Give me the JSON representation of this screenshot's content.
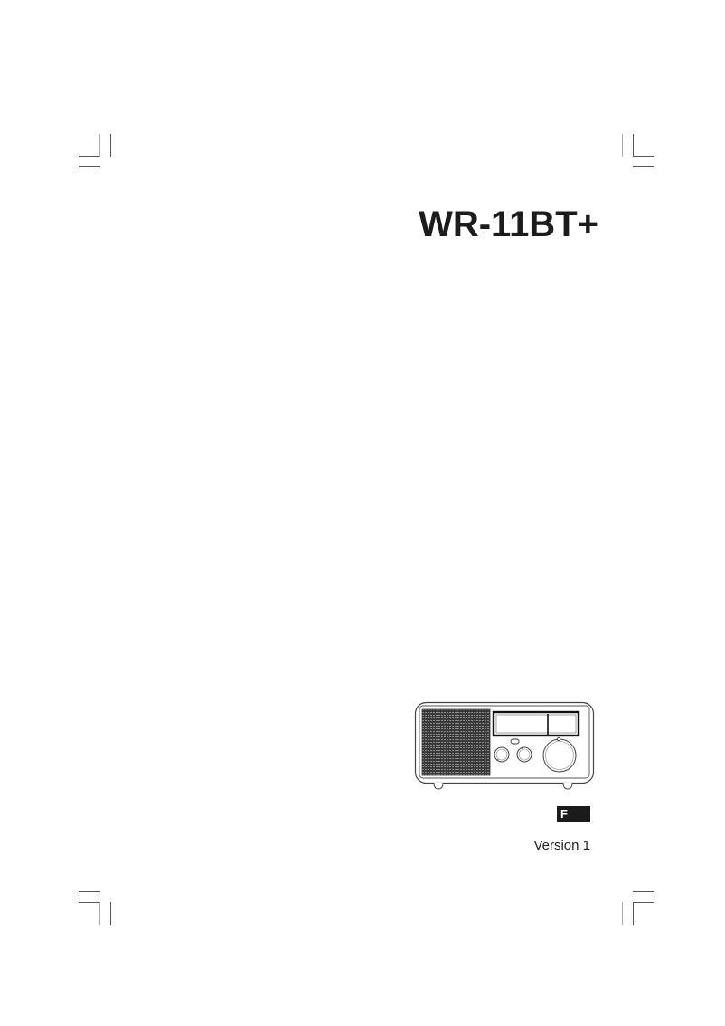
{
  "document": {
    "model_title": "WR-11BT+",
    "language_badge": "F",
    "version": "Version 1"
  },
  "illustration": {
    "name": "radio-product-illustration",
    "description": "Line drawing of tabletop radio with speaker grille, LCD display, two small knobs, one large tuning dial"
  },
  "colors": {
    "text": "#1c1c1c",
    "badge_bg": "#1a1a1a",
    "badge_text": "#ffffff",
    "crop_marks": "#555555"
  }
}
